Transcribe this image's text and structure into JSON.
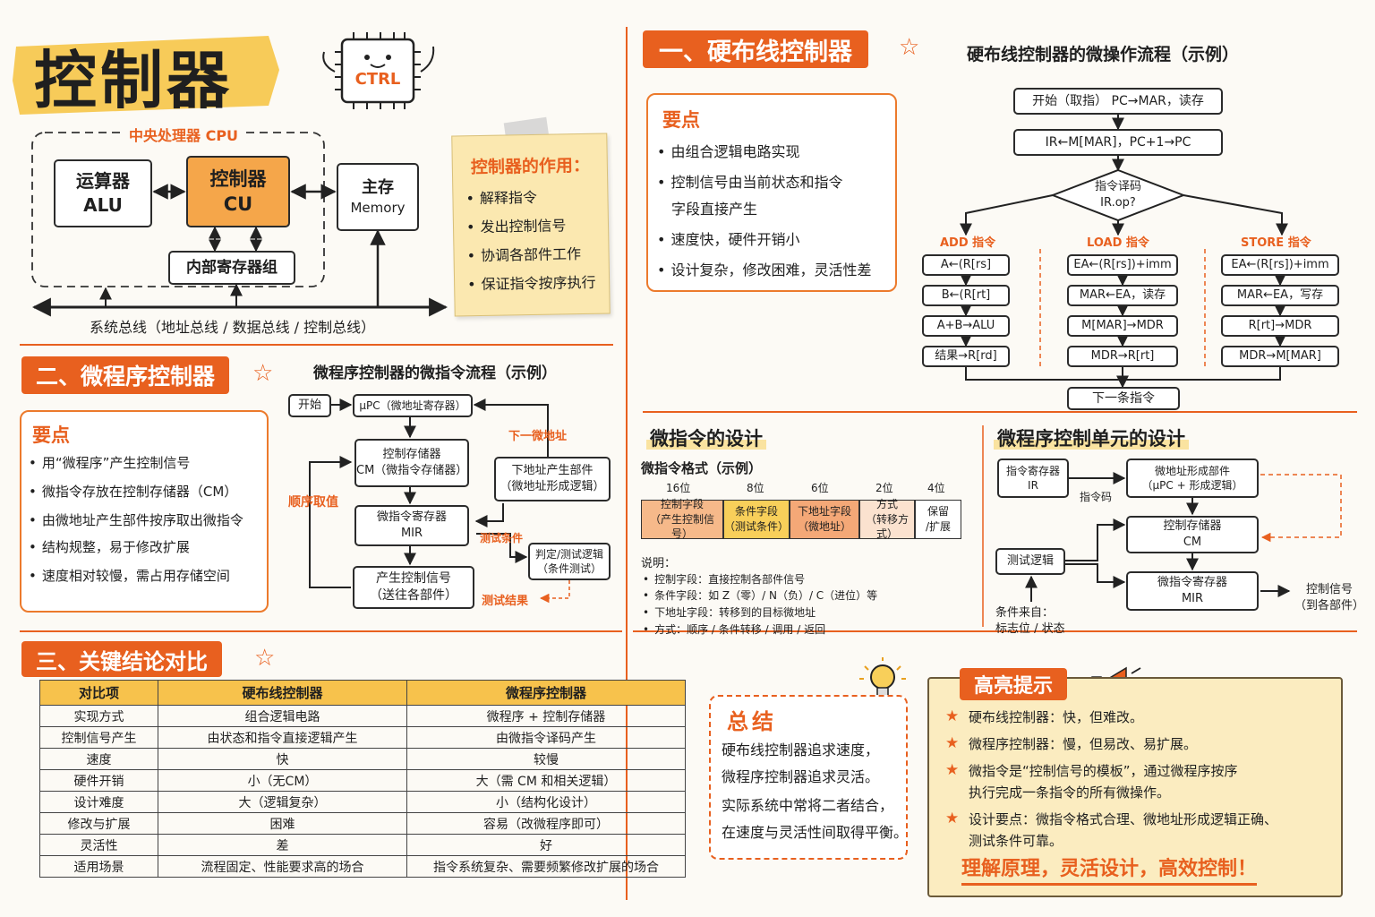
{
  "title": "控制器",
  "chip_label": "CTRL",
  "cpu": {
    "label": "中央处理器 CPU",
    "alu": [
      "运算器",
      "ALU"
    ],
    "cu": [
      "控制器",
      "CU"
    ],
    "memory": [
      "主存",
      "Memory"
    ],
    "registers": "内部寄存器组",
    "bus": "系统总线（地址总线 / 数据总线 / 控制总线）"
  },
  "role": {
    "title": "控制器的作用：",
    "items": [
      "解释指令",
      "发出控制信号",
      "协调各部件工作",
      "保证指令按序执行"
    ]
  },
  "hardwired": {
    "header": "一、硬布线控制器",
    "points_title": "要点",
    "points": [
      "由组合逻辑电路实现",
      "控制信号由当前状态和指令",
      "字段直接产生",
      "速度快，硬件开销小",
      "设计复杂，修改困难，灵活性差"
    ],
    "flow_title": "硬布线控制器的微操作流程（示例）",
    "flow": {
      "start": "开始（取指） PC→MAR，读存",
      "fetch": "IR←M[MAR]，PC+1→PC",
      "decode": [
        "指令译码",
        "IR.op?"
      ],
      "branches": [
        {
          "label": "ADD 指令",
          "steps": [
            "A←(R[rs]",
            "B←(R[rt]",
            "A+B→ALU",
            "结果→R[rd]"
          ]
        },
        {
          "label": "LOAD 指令",
          "steps": [
            "EA←(R[rs])+imm",
            "MAR←EA，读存",
            "M[MAR]→MDR",
            "MDR→R[rt]"
          ]
        },
        {
          "label": "STORE 指令",
          "steps": [
            "EA←(R[rs])+imm",
            "MAR←EA，写存",
            "R[rt]→MDR",
            "MDR→M[MAR]"
          ]
        }
      ],
      "next": "下一条指令"
    }
  },
  "micro": {
    "header": "二、微程序控制器",
    "points_title": "要点",
    "points": [
      "用“微程序”产生控制信号",
      "微指令存放在控制存储器（CM）",
      "由微地址产生部件按序取出微指令",
      "结构规整，易于修改扩展",
      "速度相对较慢，需占用存储空间"
    ],
    "flow_title": "微程序控制器的微指令流程（示例）",
    "flow": {
      "start": "开始",
      "upc": "μPC（微地址寄存器）",
      "cm": [
        "控制存储器",
        "CM（微指令存储器）"
      ],
      "mir": [
        "微指令寄存器",
        "MIR"
      ],
      "signal": [
        "产生控制信号",
        "（送往各部件）"
      ],
      "next_addr": [
        "下地址产生部件",
        "（微地址形成逻辑）"
      ],
      "judge": [
        "判定/测试逻辑",
        "（条件测试）"
      ],
      "seq_label": "顺序取值",
      "next_label": "下一微地址",
      "test_cond": "测试条件",
      "test_result": "测试结果"
    }
  },
  "uinst": {
    "title": "微指令的设计",
    "format_title": "微指令格式（示例）",
    "fields": [
      {
        "bits": "16位",
        "name": "控制字段",
        "desc": "（产生控制信号）"
      },
      {
        "bits": "8位",
        "name": "条件字段",
        "desc": "（测试条件）"
      },
      {
        "bits": "6位",
        "name": "下地址字段",
        "desc": "（微地址）"
      },
      {
        "bits": "2位",
        "name": "方式",
        "desc": "（转移方式）"
      },
      {
        "bits": "4位",
        "name": "保留",
        "desc": "/扩展"
      }
    ],
    "notes_title": "说明：",
    "notes": [
      "控制字段：直接控制各部件信号",
      "条件字段：如 Z（零）/ N（负）/ C（进位）等",
      "下地址字段：转移到的目标微地址",
      "方式：顺序 / 条件转移 / 调用 / 返回"
    ]
  },
  "unit": {
    "title": "微程序控制单元的设计",
    "ir": [
      "指令寄存器",
      "IR"
    ],
    "opcode": "指令码",
    "addr_gen": [
      "微地址形成部件",
      "（μPC + 形成逻辑）"
    ],
    "cm": [
      "控制存储器",
      "CM"
    ],
    "test": "测试逻辑",
    "mir": [
      "微指令寄存器",
      "MIR"
    ],
    "signal_out": [
      "控制信号",
      "（到各部件）"
    ],
    "cond_from": [
      "条件来自：",
      "标志位 / 状态"
    ]
  },
  "compare": {
    "header": "三、关键结论对比",
    "columns": [
      "对比项",
      "硬布线控制器",
      "微程序控制器"
    ],
    "rows": [
      [
        "实现方式",
        "组合逻辑电路",
        "微程序 + 控制存储器"
      ],
      [
        "控制信号产生",
        "由状态和指令直接逻辑产生",
        "由微指令译码产生"
      ],
      [
        "速度",
        "快",
        "较慢"
      ],
      [
        "硬件开销",
        "小（无CM）",
        "大（需 CM 和相关逻辑）"
      ],
      [
        "设计难度",
        "大（逻辑复杂）",
        "小（结构化设计）"
      ],
      [
        "修改与扩展",
        "困难",
        "容易（改微程序即可）"
      ],
      [
        "灵活性",
        "差",
        "好"
      ],
      [
        "适用场景",
        "流程固定、性能要求高的场合",
        "指令系统复杂、需要频繁修改扩展的场合"
      ]
    ]
  },
  "summary": {
    "title": "总结",
    "lines": [
      "硬布线控制器追求速度，",
      "微程序控制器追求灵活。",
      "实际系统中常将二者结合，",
      "在速度与灵活性间取得平衡。"
    ]
  },
  "highlight": {
    "title": "高亮提示",
    "items": [
      [
        "硬布线控制器：快，但难改。"
      ],
      [
        "微程序控制器：慢，但易改、易扩展。"
      ],
      [
        "微指令是“控制信号的模板”，通过微程序按序",
        "执行完成一条指令的所有微操作。"
      ],
      [
        "设计要点：微指令格式合理、微地址形成逻辑正确、",
        "测试条件可靠。"
      ]
    ],
    "slogan": "理解原理，灵活设计，高效控制！"
  },
  "colors": {
    "accent": "#e8601f",
    "highlight": "#f8cf5a",
    "cu_fill": "#f5a64a",
    "note_bg": "#fbe8b0"
  }
}
